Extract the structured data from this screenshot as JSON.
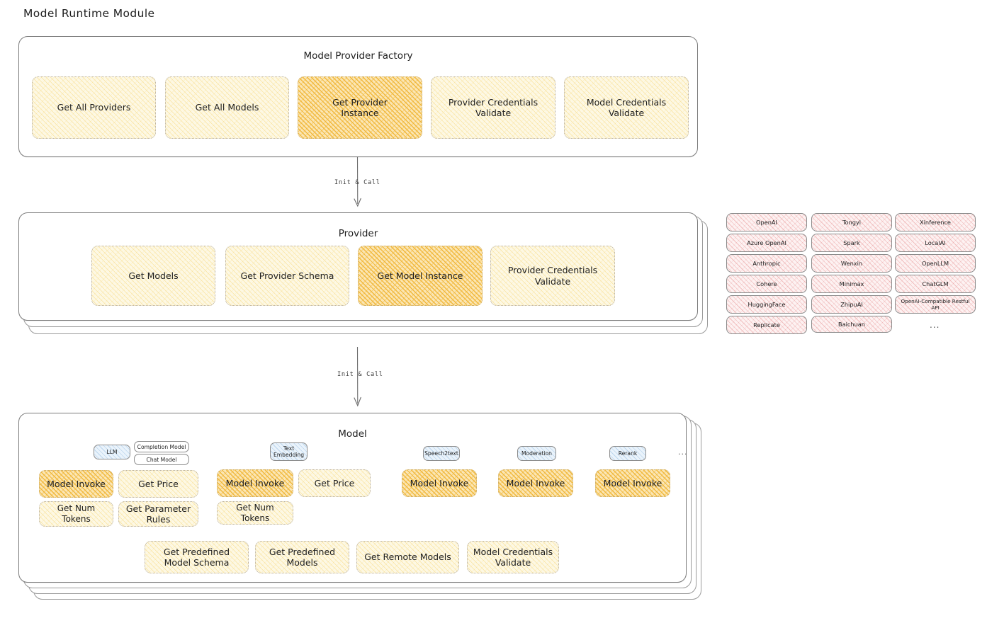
{
  "title": "Model Runtime Module",
  "colors": {
    "accent_light": "#fdf8e4",
    "accent_strong": "#fbe6b4",
    "provider_chip": "#fdf2f2",
    "model_badge": "#eaf3fb",
    "stroke": "#7b7b7b",
    "text": "#1e1e1e"
  },
  "factory": {
    "title": "Model Provider Factory",
    "actions": [
      {
        "label": "Get All Providers",
        "highlighted": false
      },
      {
        "label": "Get All Models",
        "highlighted": false
      },
      {
        "label": "Get Provider Instance",
        "highlighted": true
      },
      {
        "label": "Provider Credentials Validate",
        "highlighted": false
      },
      {
        "label": "Model Credentials Validate",
        "highlighted": false
      }
    ]
  },
  "arrows": [
    {
      "label": "Init & Call",
      "from": "Model Provider Factory",
      "to": "Provider"
    },
    {
      "label": "Init & Call",
      "from": "Provider",
      "to": "Model"
    }
  ],
  "provider": {
    "title": "Provider",
    "actions": [
      {
        "label": "Get Models",
        "highlighted": false
      },
      {
        "label": "Get Provider Schema",
        "highlighted": false
      },
      {
        "label": "Get Model Instance",
        "highlighted": true
      },
      {
        "label": "Provider Credentials Validate",
        "highlighted": false
      }
    ]
  },
  "provider_list": {
    "columns": [
      [
        "OpenAI",
        "Azure OpenAI",
        "Anthropic",
        "Cohere",
        "HuggingFace",
        "Replicate"
      ],
      [
        "Tongyi",
        "Spark",
        "Wenxin",
        "Minimax",
        "ZhipuAI",
        "Baichuan"
      ],
      [
        "Xinference",
        "LocalAI",
        "OpenLLM",
        "ChatGLM",
        "OpenAI-Compatible Restful API"
      ]
    ],
    "more": "..."
  },
  "model": {
    "title": "Model",
    "more": "...",
    "types": [
      {
        "name": "LLM",
        "sub_badges": [
          "Completion Model",
          "Chat Model"
        ],
        "actions": [
          {
            "label": "Model Invoke",
            "highlighted": true
          },
          {
            "label": "Get Price",
            "highlighted": false
          },
          {
            "label": "Get Num Tokens",
            "highlighted": false
          },
          {
            "label": "Get Parameter Rules",
            "highlighted": false
          }
        ]
      },
      {
        "name": "Text Embedding",
        "sub_badges": [],
        "actions": [
          {
            "label": "Model Invoke",
            "highlighted": true
          },
          {
            "label": "Get Price",
            "highlighted": false
          },
          {
            "label": "Get Num Tokens",
            "highlighted": false
          }
        ]
      },
      {
        "name": "Speech2text",
        "sub_badges": [],
        "actions": [
          {
            "label": "Model Invoke",
            "highlighted": true
          }
        ]
      },
      {
        "name": "Moderation",
        "sub_badges": [],
        "actions": [
          {
            "label": "Model Invoke",
            "highlighted": true
          }
        ]
      },
      {
        "name": "Rerank",
        "sub_badges": [],
        "actions": [
          {
            "label": "Model Invoke",
            "highlighted": true
          }
        ]
      }
    ],
    "shared_actions": [
      {
        "label": "Get Predefined Model Schema"
      },
      {
        "label": "Get Predefined Models"
      },
      {
        "label": "Get Remote Models"
      },
      {
        "label": "Model Credentials Validate"
      }
    ]
  }
}
